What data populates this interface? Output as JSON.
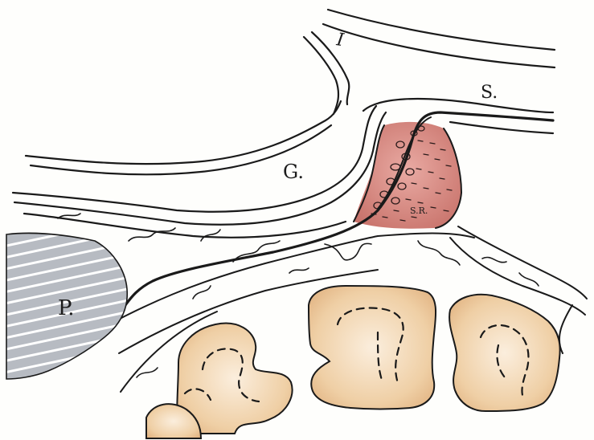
{
  "labels": {
    "roman_one": "I",
    "s": "S.",
    "g": "G.",
    "sr": "S.R.",
    "p": "P."
  },
  "colors": {
    "paper": "#fefefc",
    "ink": "#1a1a1a",
    "red_region": "#c9736b",
    "red_region_light": "#e4a49c",
    "tan_region": "#e7bf8f",
    "tan_region_light": "#f6e1c4",
    "gray_region": "#a9adb4"
  }
}
